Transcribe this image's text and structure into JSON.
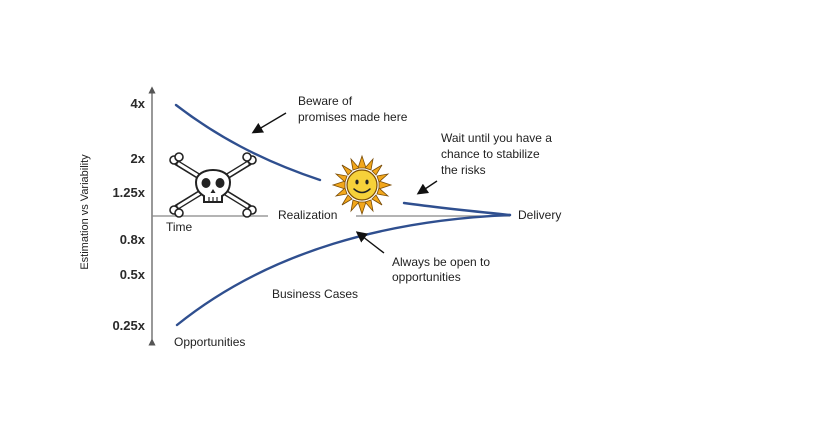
{
  "y_axis": {
    "label": "Estimation vs Variability",
    "ticks": [
      "4x",
      "2x",
      "1.25x",
      "0.8x",
      "0.5x",
      "0.25x"
    ]
  },
  "phase_labels": {
    "time": "Time",
    "realization": "Realization",
    "delivery": "Delivery",
    "business_cases": "Business Cases",
    "opportunities": "Opportunities"
  },
  "annotations": {
    "beware": [
      "Beware of",
      "promises made here"
    ],
    "wait": [
      "Wait until you have a",
      "chance to stabilize",
      "the risks"
    ],
    "open": [
      "Always be open to",
      "opportunities"
    ]
  },
  "icons": {
    "skull": "skull-crossbones-icon",
    "sun": "smiling-sun-icon"
  },
  "colors": {
    "curve": "#2f4f8f",
    "axis": "#555555",
    "arrow": "#111111",
    "skull": "#222222",
    "sun_outer": "#f2a71b",
    "sun_inner": "#f6d13a"
  }
}
